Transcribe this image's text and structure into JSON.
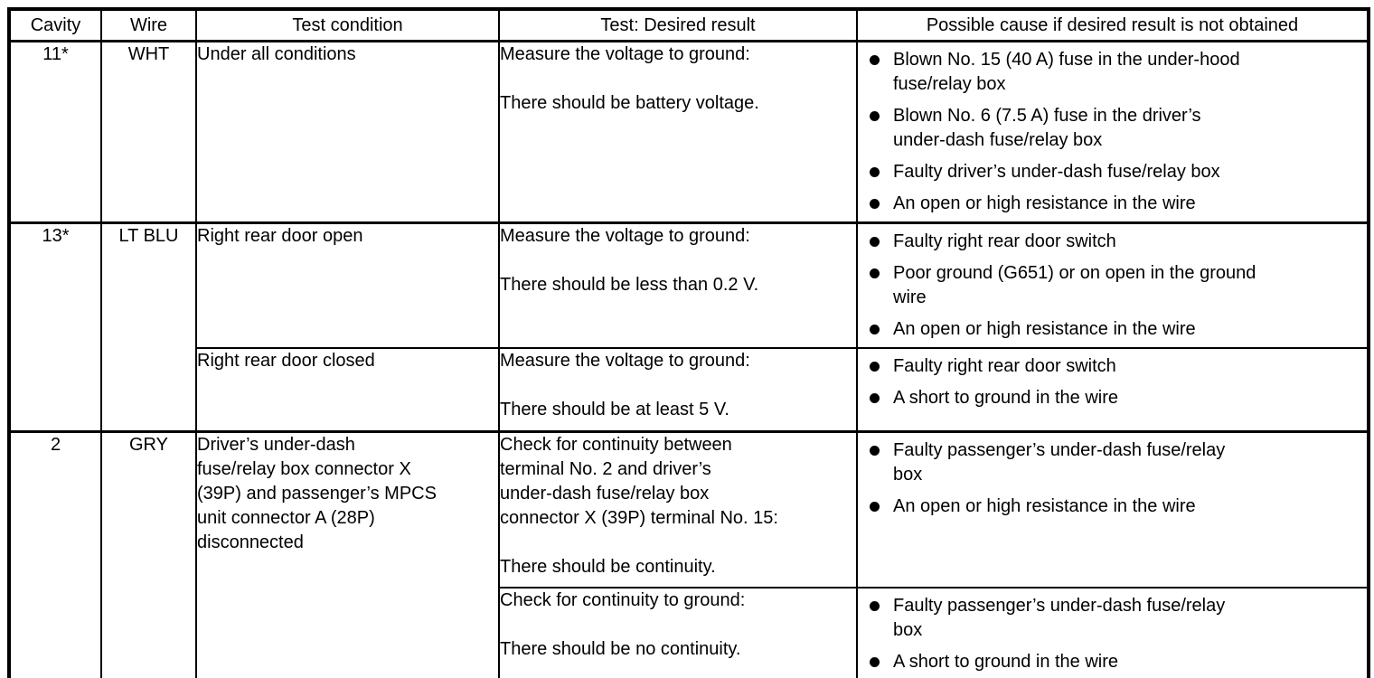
{
  "table": {
    "headers": [
      "Cavity",
      "Wire",
      "Test condition",
      "Test: Desired result",
      "Possible cause if desired result is not obtained"
    ],
    "rows": [
      {
        "cavity": "11*",
        "wire": "WHT",
        "subs": [
          {
            "condition": "Under all conditions",
            "test": "Measure the voltage to ground:",
            "result": "There should be battery voltage.",
            "causes": [
              "Blown No. 15 (40 A) fuse in the under-hood\nfuse/relay box",
              "Blown No. 6 (7.5 A) fuse in the driver’s\nunder-dash fuse/relay box",
              "Faulty driver’s under-dash fuse/relay box",
              "An open or high resistance in the wire"
            ]
          }
        ]
      },
      {
        "cavity": "13*",
        "wire": "LT BLU",
        "subs": [
          {
            "condition": "Right rear door open",
            "test": "Measure the voltage to ground:",
            "result": "There should be less than 0.2 V.",
            "causes": [
              "Faulty right rear door switch",
              "Poor ground (G651) or on open in the ground\nwire",
              "An open or high resistance in the wire"
            ]
          },
          {
            "condition": "Right rear door closed",
            "test": "Measure the voltage to ground:",
            "result": "There should be at least 5 V.",
            "causes": [
              "Faulty right rear door switch",
              "A short to ground in the wire"
            ]
          }
        ]
      },
      {
        "cavity": "2",
        "wire": "GRY",
        "condition": "Driver’s under-dash\nfuse/relay box connector X\n(39P) and passenger’s MPCS\nunit connector A (28P)\ndisconnected",
        "subs": [
          {
            "test": "Check for continuity between\nterminal No. 2 and driver’s\nunder-dash fuse/relay box\nconnector X (39P) terminal No. 15:",
            "result": "There should be continuity.",
            "causes": [
              "Faulty passenger’s under-dash fuse/relay\nbox",
              "An open or high resistance in the wire"
            ]
          },
          {
            "test": "Check for continuity to ground:",
            "result": "There should be no continuity.",
            "causes": [
              "Faulty passenger’s under-dash fuse/relay\nbox",
              "A short to ground in the wire"
            ]
          }
        ]
      }
    ]
  }
}
